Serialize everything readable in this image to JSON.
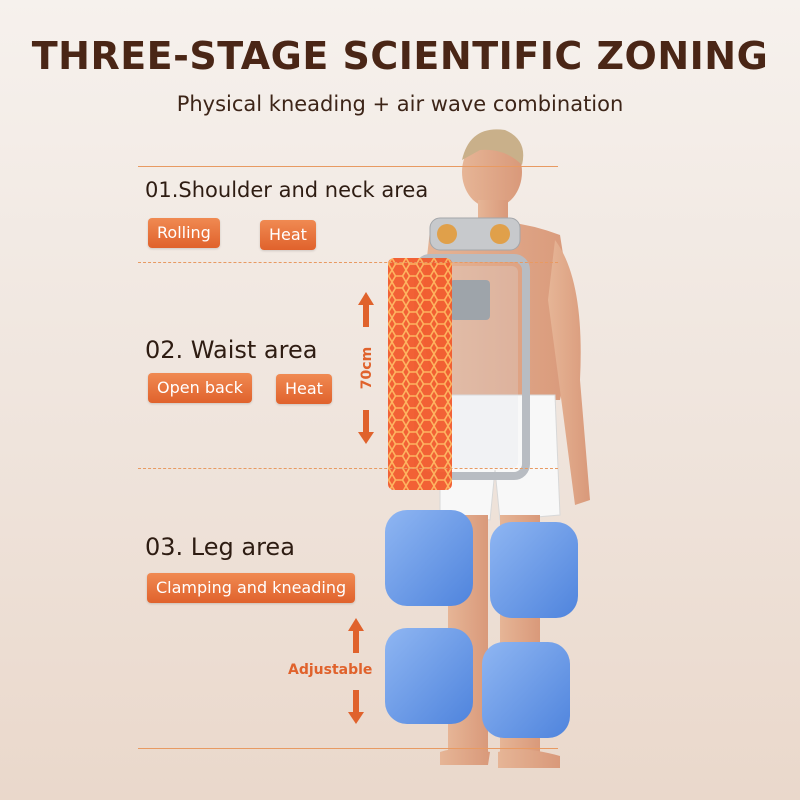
{
  "header": {
    "title": "THREE-STAGE SCIENTIFIC ZONING",
    "subtitle": "Physical kneading + air wave combination"
  },
  "zones": [
    {
      "title": "01.Shoulder and neck area",
      "tags": [
        "Rolling",
        "Heat"
      ]
    },
    {
      "title": "02. Waist area",
      "tags": [
        "Open back",
        "Heat"
      ]
    },
    {
      "title": "03. Leg area",
      "tags": [
        "Clamping and kneading"
      ]
    }
  ],
  "measure": {
    "waist_length": "70cm",
    "leg_adjust": "Adjustable"
  },
  "colors": {
    "accent": "#e0622c",
    "title": "#4a2616",
    "line": "#e89a62",
    "airbag": "#6e9ee8"
  },
  "icons": [
    "up-arrow-icon",
    "down-arrow-icon"
  ]
}
